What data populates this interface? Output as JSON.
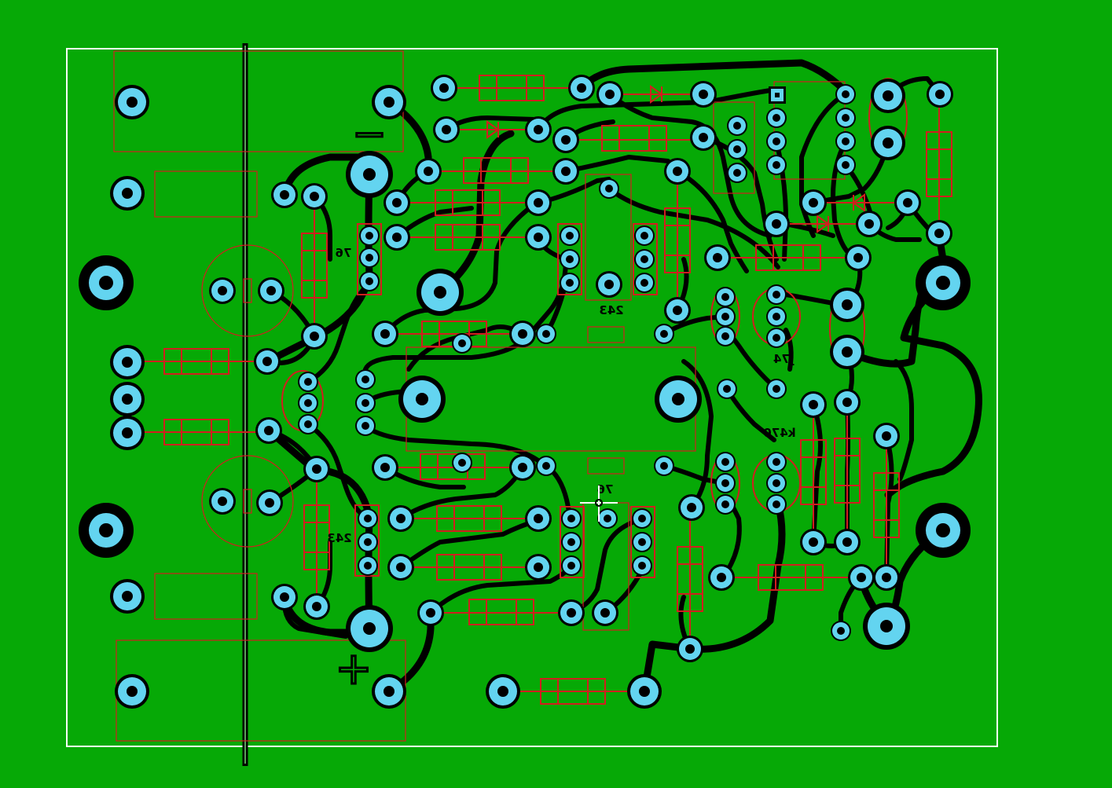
{
  "board": {
    "labels": [
      {
        "key": "q1",
        "text": "76"
      },
      {
        "key": "q2",
        "text": "243"
      },
      {
        "key": "q3",
        "text": "243"
      },
      {
        "key": "q4",
        "text": "j74"
      },
      {
        "key": "q5",
        "text": "k470"
      },
      {
        "key": "q6",
        "text": "76"
      }
    ],
    "polarity_plus": "+",
    "polarity_minus": "−",
    "colors": {
      "board": "#06a906",
      "copper": "#000000",
      "pad": "#63d4f0",
      "silkscreen": "#d21e1e",
      "outline": "#ffffff"
    }
  }
}
